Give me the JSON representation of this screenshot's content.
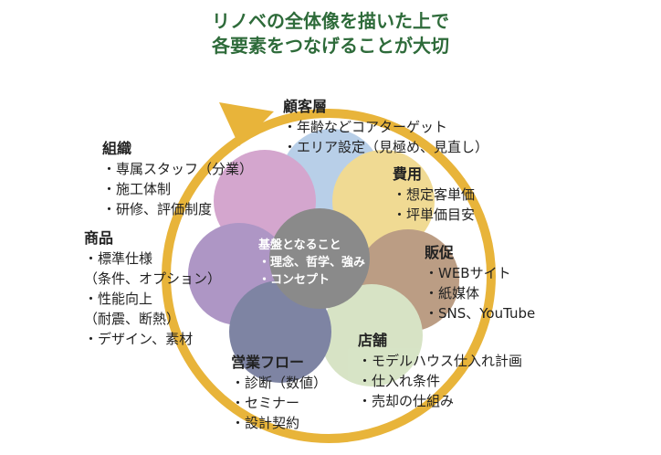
{
  "title": [
    "リノベの全体像を描いた上で",
    "各要素をつなげることが大切"
  ],
  "center": {
    "heading": "基盤となること",
    "items": [
      "・理念、哲学、強み",
      "・コンセプト"
    ]
  },
  "groups": {
    "customer": {
      "heading": "顧客層",
      "items": [
        "・年齢などコアターゲット",
        "・エリア設定（見極め、見直し）"
      ]
    },
    "cost": {
      "heading": "費用",
      "items": [
        "・想定客単価",
        "・坪単価目安"
      ]
    },
    "promo": {
      "heading": "販促",
      "items": [
        "・WEBサイト",
        "・紙媒体",
        "・SNS、YouTube"
      ]
    },
    "store": {
      "heading": "店舗",
      "items": [
        "・モデルハウス仕入れ計画",
        "・仕入れ条件",
        "・売却の仕組み"
      ]
    },
    "sales": {
      "heading": "営業フロー",
      "items": [
        "・診断（数値）",
        "・セミナー",
        "・設計契約"
      ]
    },
    "product": {
      "heading": "商品",
      "items": [
        "・標準仕様",
        "（条件、オプション）",
        "・性能向上",
        "（耐震、断熱）",
        "・デザイン、素材"
      ]
    },
    "org": {
      "heading": "組織",
      "items": [
        "・専属スタッフ（分業）",
        "・施工体制",
        "・研修、評価制度"
      ]
    }
  },
  "colors": {
    "title": "#2e6b3a",
    "ring": "#e8b43a"
  }
}
